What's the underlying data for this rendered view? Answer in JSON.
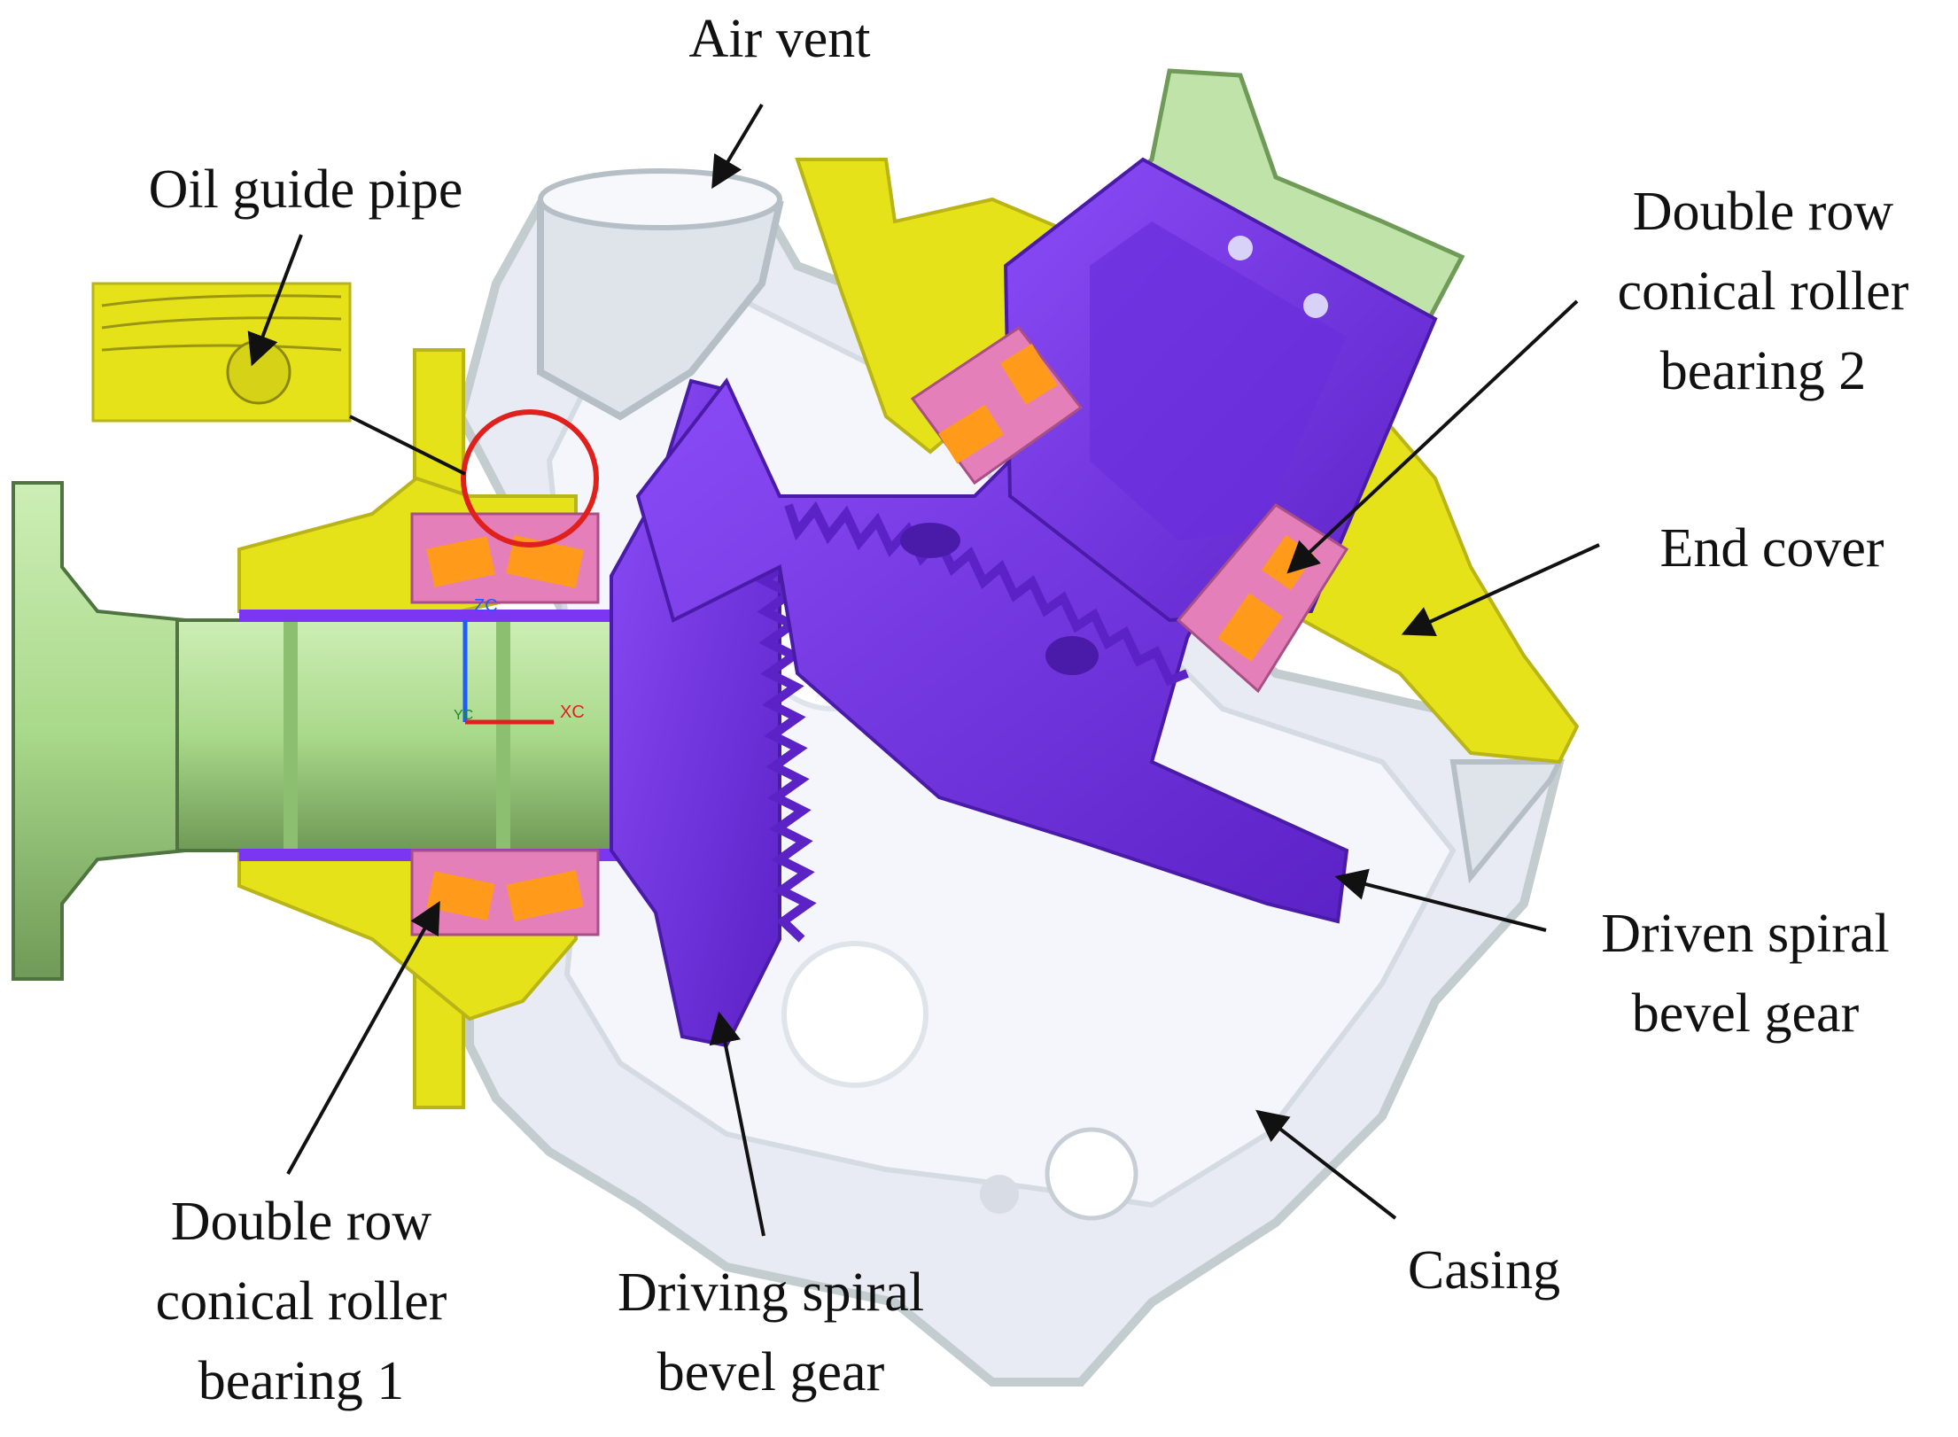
{
  "labels": {
    "air_vent": "Air vent",
    "oil_guide_pipe": "Oil guide pipe",
    "bearing2": [
      "Double row",
      "conical roller",
      "bearing 2"
    ],
    "end_cover": "End cover",
    "driven_gear": [
      "Driven spiral",
      "bevel gear"
    ],
    "casing": "Casing",
    "bearing1": [
      "Double row",
      "conical roller",
      "bearing 1"
    ],
    "driving_gear": [
      "Driving spiral",
      "bevel gear"
    ]
  },
  "axis_labels": {
    "zc": "ZC",
    "xc": "XC",
    "yc": "YC"
  },
  "colors": {
    "casing": "#e8ebf4",
    "casing_edge": "#c3cdcf",
    "end_cover": "#e6e21a",
    "end_cover_dark": "#b9b417",
    "gear": "#7a36f0",
    "gear_dark": "#5b22c6",
    "shaft": "#a9d98a",
    "shaft_dark": "#6f9a57",
    "bearing_race": "#e47fb9",
    "roller": "#ff9a1a",
    "highlight_circle": "#e0201c"
  }
}
